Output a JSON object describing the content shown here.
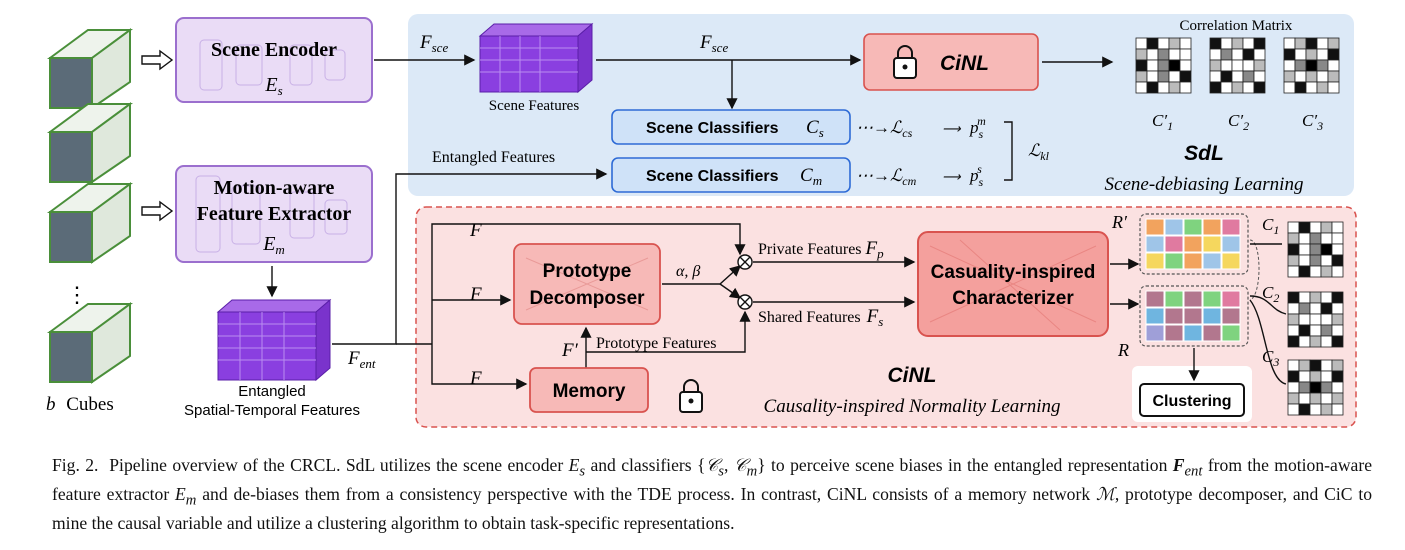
{
  "figure": {
    "left": {
      "cubes_label_b": "b",
      "cubes_label": "Cubes",
      "scene_encoder_title": "Scene Encoder",
      "scene_encoder_symbol": "E",
      "scene_encoder_sub": "s",
      "motion_title_1": "Motion-aware",
      "motion_title_2": "Feature Extractor",
      "motion_symbol": "E",
      "motion_sub": "m",
      "entangled_label_1": "Entangled",
      "entangled_label_2": "Spatial-Temporal Features",
      "f_ent": "F",
      "f_ent_sub": "ent",
      "ellipsis": "⋮"
    },
    "sdl": {
      "f_sce_1": "F",
      "f_sce_2": "F",
      "f_sce_sub": "sce",
      "scene_features": "Scene Features",
      "cinl_top": "CiNL",
      "correlation_matrix": "Correlation Matrix",
      "c_prime_labels": [
        "C′",
        "C′",
        "C′"
      ],
      "c_prime_subs": [
        "1",
        "2",
        "3"
      ],
      "classifier_s_label": "Scene Classifiers",
      "classifier_s_sym": "C",
      "classifier_s_sub": "s",
      "classifier_m_label": "Scene Classifiers",
      "classifier_m_sym": "C",
      "classifier_m_sub": "m",
      "entangled_features": "Entangled Features",
      "loss_cs": "⋯→ℒ",
      "loss_cs_sub": "cs",
      "loss_cm": "⋯→ℒ",
      "loss_cm_sub": "cm",
      "p_s_m": "p",
      "p_s_m_sub": "s",
      "p_s_m_sup": "m",
      "p_s_s": "p",
      "p_s_s_sub": "s",
      "p_s_s_sup": "s",
      "loss_kl": "ℒ",
      "loss_kl_sub": "kl",
      "title": "SdL",
      "subtitle": "Scene-debiasing Learning"
    },
    "cinl": {
      "f_1": "F",
      "f_2": "F",
      "f_3": "F",
      "f_prime": "F′",
      "prototype_1": "Prototype",
      "prototype_2": "Decomposer",
      "alpha_beta": "α, β",
      "private_features": "Private Features",
      "f_p": "F",
      "f_p_sub": "p",
      "shared_features": "Shared Features",
      "f_s": "F",
      "f_s_sub": "s",
      "prototype_features": "Prototype Features",
      "memory": "Memory",
      "characterizer_1": "Casuality-inspired",
      "characterizer_2": "Characterizer",
      "r_prime": "R′",
      "r": "R",
      "clustering": "Clustering",
      "c_labels": [
        "C",
        "C",
        "C"
      ],
      "c_subs": [
        "1",
        "2",
        "3"
      ],
      "title": "CiNL",
      "subtitle": "Causality-inspired Normality Learning"
    },
    "colors": {
      "sdl_bg": "#dce9f7",
      "cinl_bg": "#fbe1e1",
      "encoder_fill": "#eadcf6",
      "encoder_stroke": "#9b6fce",
      "classifier_fill": "#cfe2f8",
      "classifier_stroke": "#2e6bd6",
      "red_fill": "#f7b9b7",
      "red_stroke": "#d9534f",
      "cube_purple": "#8a3fe0",
      "cube_green": "#4a8f3a"
    }
  },
  "caption": {
    "prefix": "Fig. 2.",
    "text_1": "Pipeline overview of the CRCL. SdL utilizes the scene encoder ",
    "es": "E",
    "es_sub": "s",
    "text_2": " and classifiers {",
    "cs": "𝒞",
    "cs_sub": "s",
    "comma": ", ",
    "cm": "𝒞",
    "cm_sub": "m",
    "text_3": "} to perceive scene biases in the entangled representation ",
    "fent": "F",
    "fent_sub": "ent",
    "text_4": " from the motion-aware feature extractor ",
    "em": "E",
    "em_sub": "m",
    "text_5": " and de-biases them from a consistency perspective with the TDE process. In contrast, CiNL consists of a memory network ",
    "mem": "ℳ",
    "text_6": ", prototype decomposer, and CiC to mine the causal variable and utilize a clustering algorithm to obtain task-specific representations."
  }
}
